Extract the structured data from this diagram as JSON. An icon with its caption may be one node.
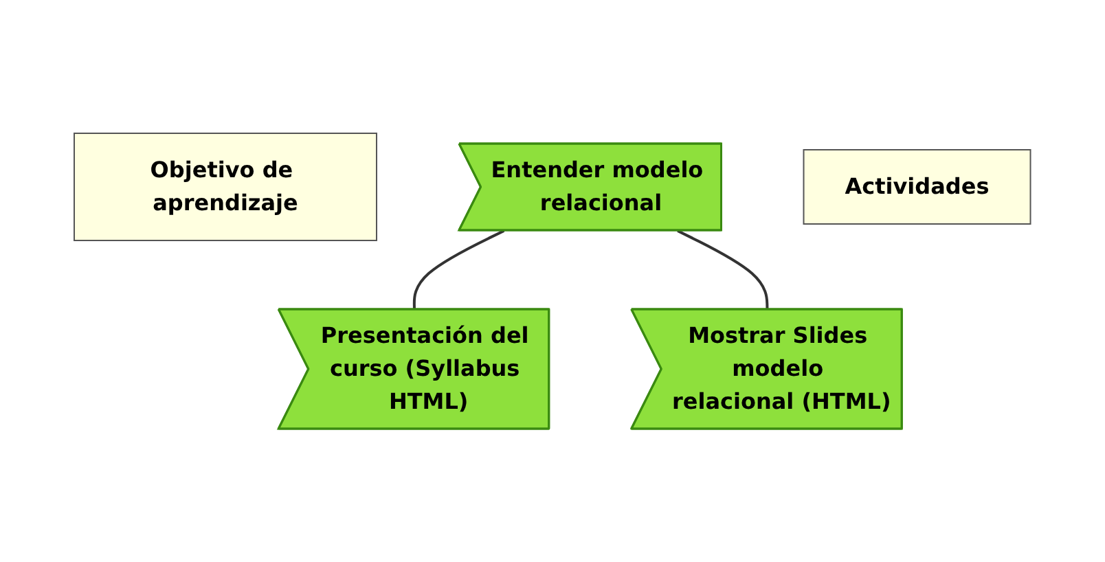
{
  "diagram": {
    "nodes": [
      {
        "text": [
          "Objetivo de aprendizaje"
        ]
      },
      {
        "text": [
          "Entender modelo relacional"
        ]
      },
      {
        "text": [
          "Actividades"
        ]
      },
      {
        "text": [
          "Presentación del curso (Syllabus HTML)"
        ]
      },
      {
        "text": [
          "Mostrar Slides modelo relacional (HTML)"
        ]
      }
    ],
    "edges": [
      {
        "from": 1,
        "to": 3,
        "arrow": "none"
      },
      {
        "from": 1,
        "to": 4,
        "arrow": "none"
      }
    ]
  }
}
